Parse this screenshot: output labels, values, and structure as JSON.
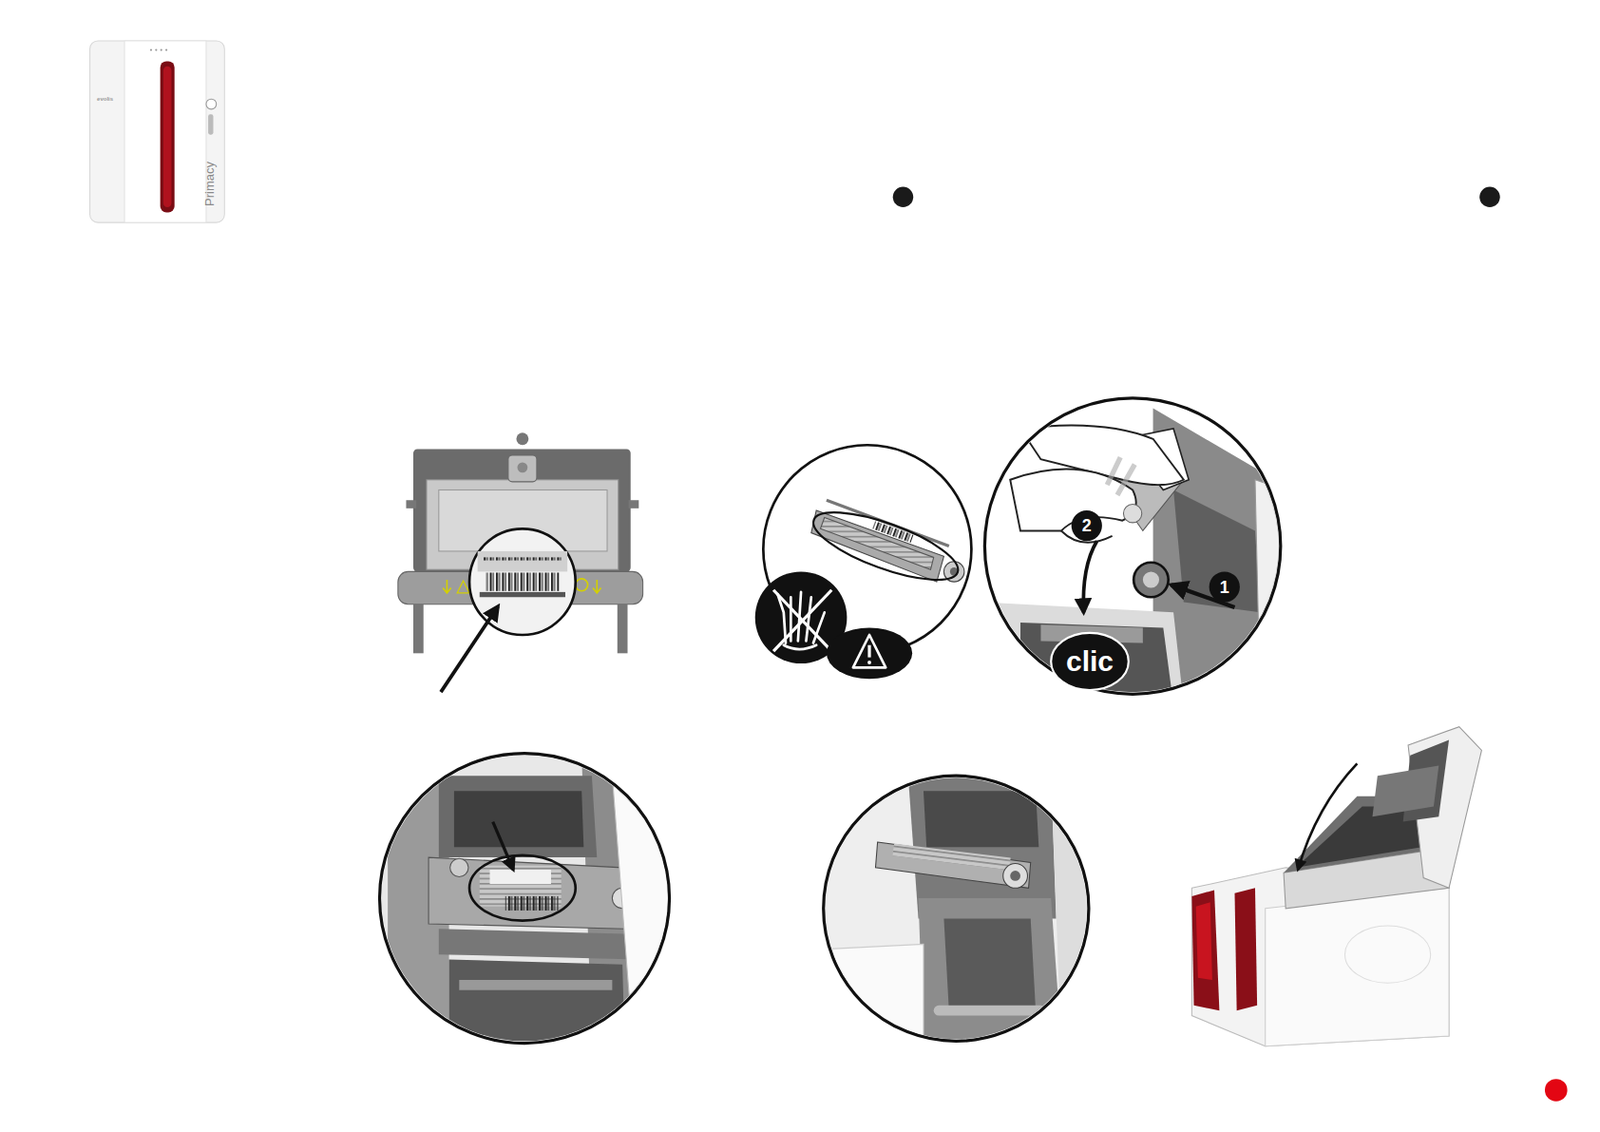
{
  "diagram": {
    "labels": [
      "evolis",
      "Primacy",
      "2",
      "1",
      "clic"
    ]
  }
}
